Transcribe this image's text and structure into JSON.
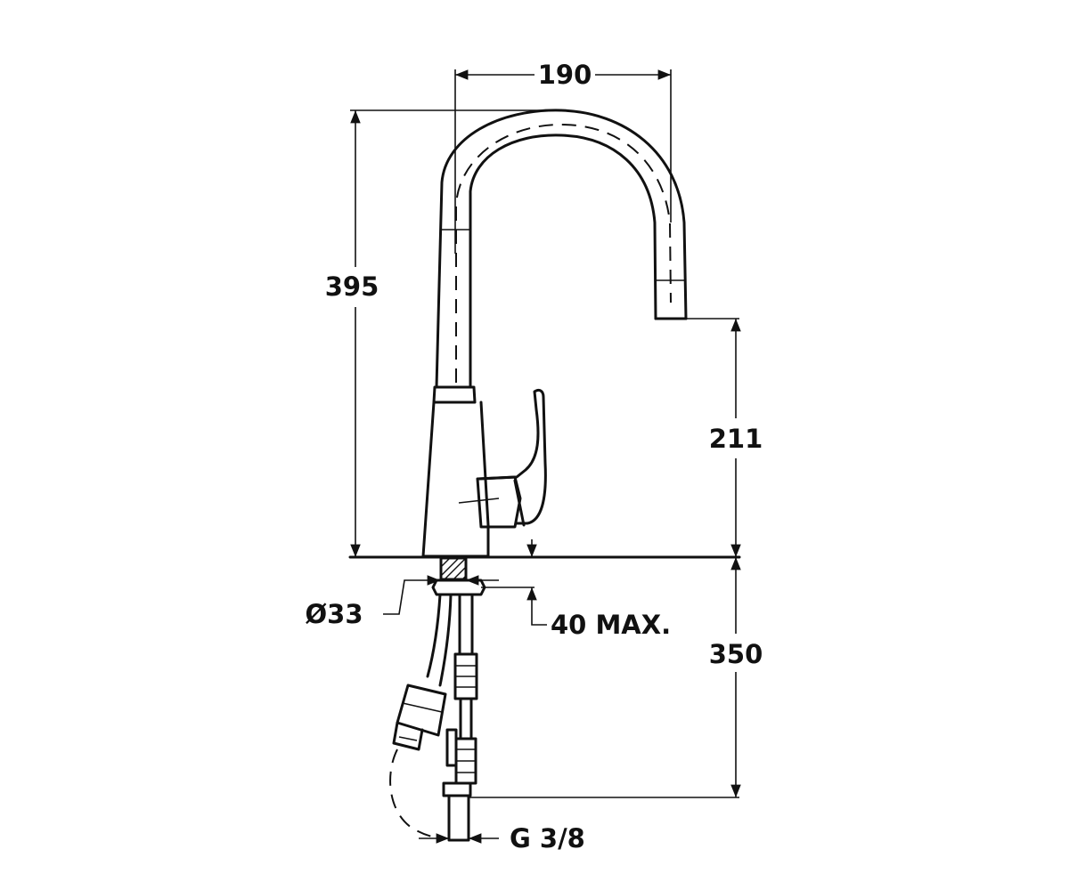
{
  "dimensions": {
    "spout_reach": "190",
    "total_height": "395",
    "spout_height": "211",
    "hose_length": "350",
    "hole_diameter": "Ø33",
    "max_thickness": "40 MAX.",
    "connection": "G 3/8"
  }
}
